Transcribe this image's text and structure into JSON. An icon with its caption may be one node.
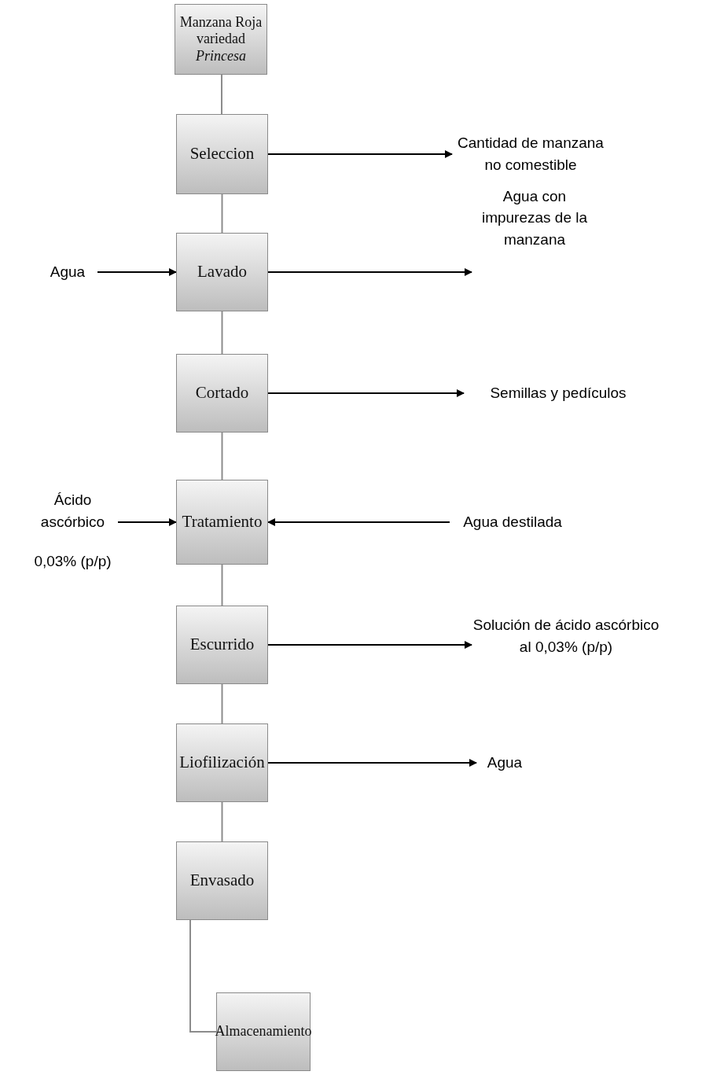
{
  "diagram": {
    "nodes": [
      {
        "text": [
          "Manzana Roja variedad *Princesa*"
        ]
      },
      {
        "text": [
          "Seleccion"
        ]
      },
      {
        "text": [
          "Cantidad de manzana no comestible"
        ]
      },
      {
        "text": [
          "Agua"
        ]
      },
      {
        "text": [
          "Lavado"
        ]
      },
      {
        "text": [
          "Agua con impurezas de la manzana"
        ]
      },
      {
        "text": [
          "Cortado"
        ]
      },
      {
        "text": [
          "Semillas y pedículos"
        ]
      },
      {
        "text": [
          "Ácido ascórbico",
          "0,03% (p/p)"
        ]
      },
      {
        "text": [
          "Tratamiento"
        ]
      },
      {
        "text": [
          "Agua destilada"
        ]
      },
      {
        "text": [
          "Escurrido"
        ]
      },
      {
        "text": [
          "Solución de ácido ascórbico al 0,03% (p/p)"
        ]
      },
      {
        "text": [
          "Liofilización"
        ]
      },
      {
        "text": [
          "Agua"
        ]
      },
      {
        "text": [
          "Envasado"
        ]
      },
      {
        "text": [
          "Almacenamiento"
        ]
      }
    ],
    "edges": [
      {
        "from": 0,
        "to": 1,
        "arrow": "none",
        "color": "#8c8c8c"
      },
      {
        "from": 1,
        "to": 2,
        "arrow": "to",
        "color": "#000000"
      },
      {
        "from": 3,
        "to": 4,
        "arrow": "to",
        "color": "#000000"
      },
      {
        "from": 1,
        "to": 4,
        "arrow": "none",
        "color": "#8c8c8c"
      },
      {
        "from": 4,
        "to": 5,
        "arrow": "to",
        "color": "#000000"
      },
      {
        "from": 4,
        "to": 6,
        "arrow": "none",
        "color": "#8c8c8c"
      },
      {
        "from": 6,
        "to": 7,
        "arrow": "to",
        "color": "#000000"
      },
      {
        "from": 8,
        "to": 9,
        "arrow": "to",
        "color": "#000000"
      },
      {
        "from": 10,
        "to": 9,
        "arrow": "to",
        "color": "#000000"
      },
      {
        "from": 6,
        "to": 9,
        "arrow": "none",
        "color": "#8c8c8c"
      },
      {
        "from": 9,
        "to": 11,
        "arrow": "none",
        "color": "#8c8c8c"
      },
      {
        "from": 11,
        "to": 12,
        "arrow": "to",
        "color": "#000000"
      },
      {
        "from": 11,
        "to": 13,
        "arrow": "none",
        "color": "#8c8c8c"
      },
      {
        "from": 13,
        "to": 14,
        "arrow": "to",
        "color": "#000000"
      },
      {
        "from": 13,
        "to": 15,
        "arrow": "none",
        "color": "#8c8c8c"
      },
      {
        "from": 15,
        "to": 16,
        "arrow": "none",
        "color": "#8c8c8c"
      }
    ]
  }
}
